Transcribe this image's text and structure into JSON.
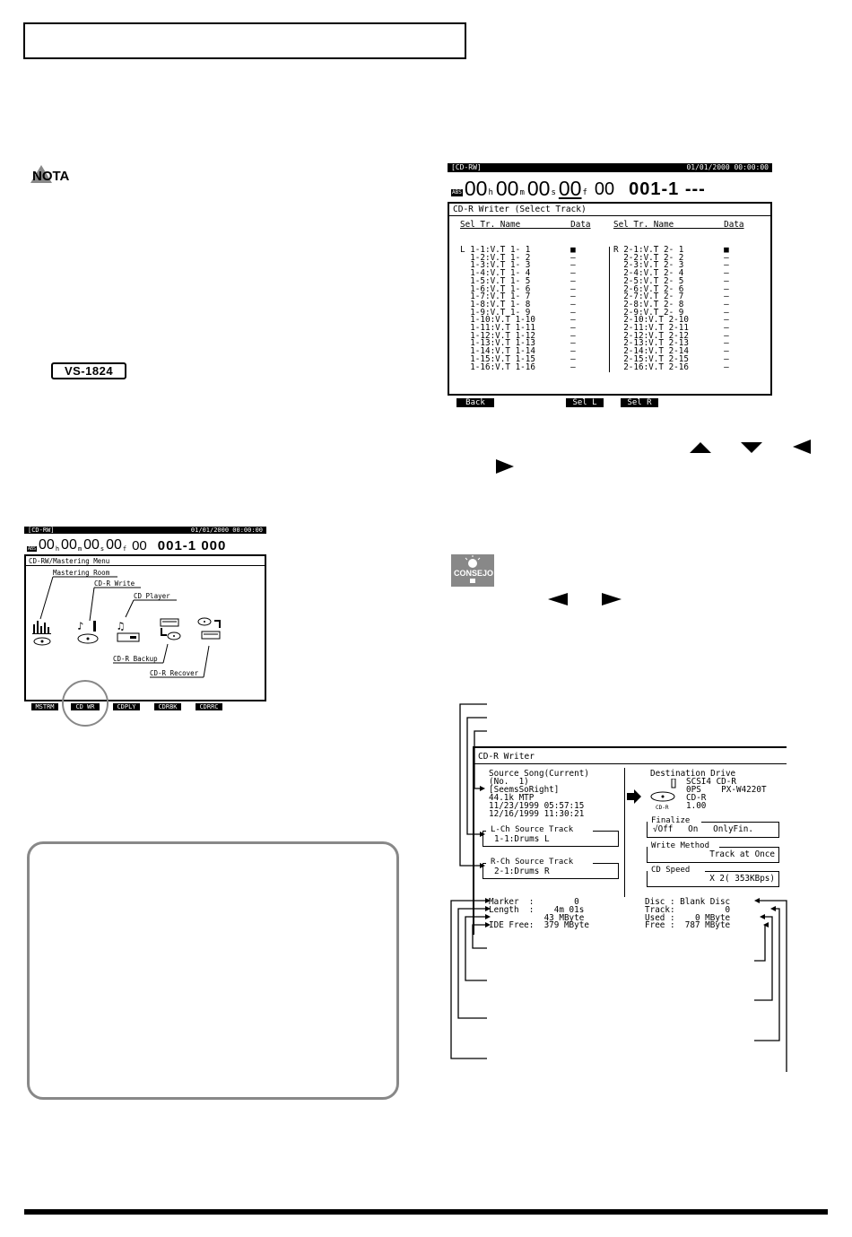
{
  "header_box": {},
  "nota": {
    "label": "NOTA"
  },
  "consejo": {
    "label": "CONSEJO"
  },
  "vs_logo": {
    "label": "VS-1824"
  },
  "screen_tracks": {
    "topbar_left": "[CD-RW]",
    "topbar_right": "01/01/2000 00:00:00",
    "abs": "ABS",
    "h": "00",
    "m": "00",
    "s": "00",
    "f": "00",
    "sub": "00",
    "h_unit": "h",
    "m_unit": "m",
    "s_unit": "s",
    "f_unit": "f",
    "position": "001-1 ---",
    "title": "CD-R Writer (Select Track)",
    "header_left": "Sel Tr. Name          Data",
    "header_right": "Sel Tr. Name          Data",
    "left_rows": "L 1-1:V.T 1- 1        ■\n  1-2:V.T 1- 2        –\n  1-3:V.T 1- 3        –\n  1-4:V.T 1- 4        –\n  1-5:V.T 1- 5        –\n  1-6:V.T 1- 6        –\n  1-7:V.T 1- 7        –\n  1-8:V.T 1- 8        –\n  1-9:V.T 1- 9        –\n  1-10:V.T 1-10       –\n  1-11:V.T 1-11       –\n  1-12:V.T 1-12       –\n  1-13:V.T 1-13       –\n  1-14:V.T 1-14       –\n  1-15:V.T 1-15       –\n  1-16:V.T 1-16       –",
    "right_rows": "R 2-1:V.T 2- 1        ■\n  2-2:V.T 2- 2        –\n  2-3:V.T 2- 3        –\n  2-4:V.T 2- 4        –\n  2-5:V.T 2- 5        –\n  2-6:V.T 2- 6        –\n  2-7:V.T 2- 7        –\n  2-8:V.T 2- 8        –\n  2-9:V.T 2- 9        –\n  2-10:V.T 2-10       –\n  2-11:V.T 2-11       –\n  2-12:V.T 2-12       –\n  2-13:V.T 2-13       –\n  2-14:V.T 2-14       –\n  2-15:V.T 2-15       –\n  2-16:V.T 2-16       –",
    "f1": "Back",
    "f4": "Sel L",
    "f5": "Sel R"
  },
  "screen_menu": {
    "topbar_left": "[CD-RW]",
    "topbar_right": "01/01/2000 00:00:00",
    "abs": "ABS",
    "h": "00",
    "m": "00",
    "s": "00",
    "f": "00",
    "sub": "00",
    "h_unit": "h",
    "m_unit": "m",
    "s_unit": "s",
    "f_unit": "f",
    "position": "001-1 000",
    "title": "CD-RW/Mastering Menu",
    "items": [
      "Mastering Room",
      "CD-R Write",
      "CD Player",
      "CD-R Backup",
      "CD-R Recover"
    ],
    "fkeys": [
      "MSTRM",
      "CD WR",
      "CDPLY",
      "CDRBK",
      "CDRRC"
    ]
  },
  "screen_writer": {
    "title": "CD-R Writer",
    "source_block": "Source Song(Current)\n(No.  1)\n[SeemsSoRight]\n44.1k MTP\n11/23/1999 05:57:15\n12/16/1999 11:30:21",
    "lch_label": "L-Ch Source Track",
    "lch_value": "1-1:Drums L",
    "rch_label": "R-Ch Source Track",
    "rch_value": "2-1:Drums R",
    "dest_title": "Destination Drive",
    "dest_line1": "SCSI4 CD-R",
    "dest_line2": "0PS    PX-W4220T",
    "dest_line3": "CD-R",
    "dest_line4": "1.00",
    "cdr_caption": "CD-R",
    "finalize_label": "Finalize",
    "finalize_value": "√Off   On   OnlyFin.",
    "write_label": "Write Method",
    "write_value": "Track at Once",
    "speed_label": "CD Speed",
    "speed_value": "X 2( 353KBps)",
    "info_left": "Marker  :        0\nLength  :    4m 01s\n           43 MByte\nIDE Free:  379 MByte",
    "info_right": "Disc : Blank Disc\nTrack:          0\nUsed :    0 MByte\nFree :  787 MByte"
  },
  "dpad": {
    "up": "up-arrow",
    "down": "down-arrow",
    "left": "left-arrow",
    "right": "right-arrow"
  }
}
